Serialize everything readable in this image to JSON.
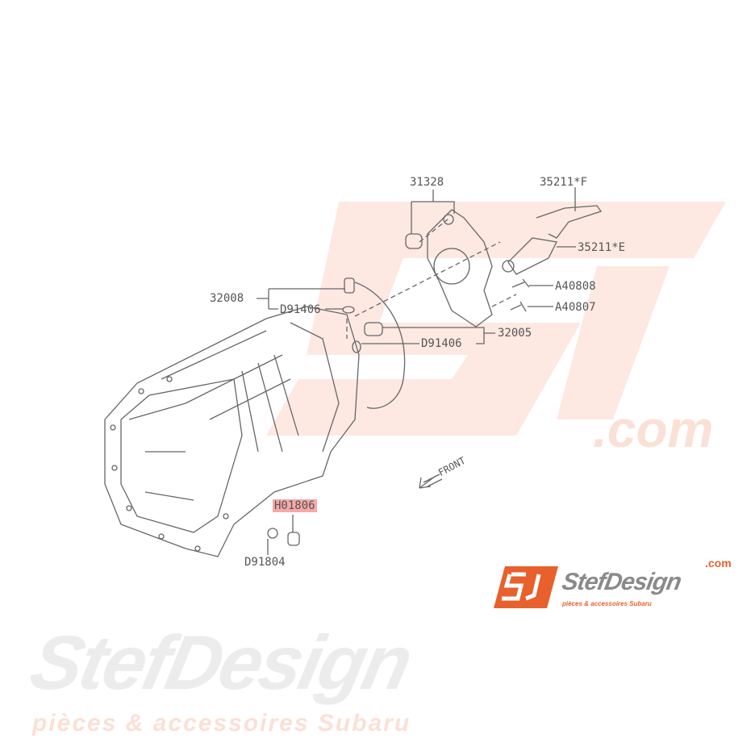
{
  "watermark": {
    "brand": "StefDesign",
    "domain": ".com",
    "tagline": "pièces & accessoires Subaru"
  },
  "labels": {
    "part_31328": "31328",
    "part_35211F": "35211*F",
    "part_35211E": "35211*E",
    "part_32008": "32008",
    "part_D91406_a": "D91406",
    "part_A40808": "A40808",
    "part_A40807": "A40807",
    "part_32005": "32005",
    "part_D91406_b": "D91406",
    "front": "FRONT",
    "part_H01806": "H01806",
    "part_D91804": "D91804"
  },
  "logo": {
    "mark": "SJ",
    "brand": "StefDesign",
    "domain": ".com",
    "tagline": "pièces & accessoires Subaru"
  },
  "colors": {
    "line": "#555555",
    "highlight": "#f7a8a8",
    "brand_orange": "#e8602c",
    "watermark_pink": "#fbe0d6"
  }
}
